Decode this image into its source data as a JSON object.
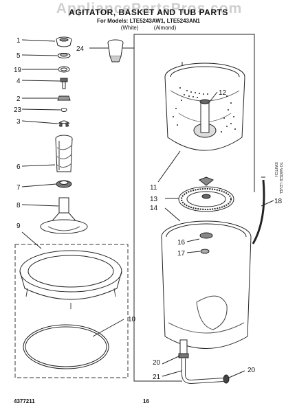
{
  "watermark": "AppliancePartsPros.com",
  "header": {
    "title": "AGITATOR, BASKET AND TUB PARTS",
    "models": "For Models: LTE5243AW1, LTE5243AN1",
    "variant_white": "(White)",
    "variant_almond": "(Almond)"
  },
  "switch_label_1": "TO WATER LEVEL",
  "switch_label_2": "SWITCH",
  "footer": {
    "part_number": "4377211",
    "page_number": "16"
  },
  "callouts": [
    "1",
    "5",
    "19",
    "4",
    "2",
    "23",
    "3",
    "6",
    "7",
    "8",
    "9",
    "10",
    "24",
    "12",
    "11",
    "13",
    "14",
    "16",
    "17",
    "18",
    "20",
    "21",
    "20"
  ],
  "colors": {
    "line": "#222222",
    "paper": "#ffffff",
    "shade": "#9a9a9a",
    "watermark": "#cfcfcf"
  }
}
